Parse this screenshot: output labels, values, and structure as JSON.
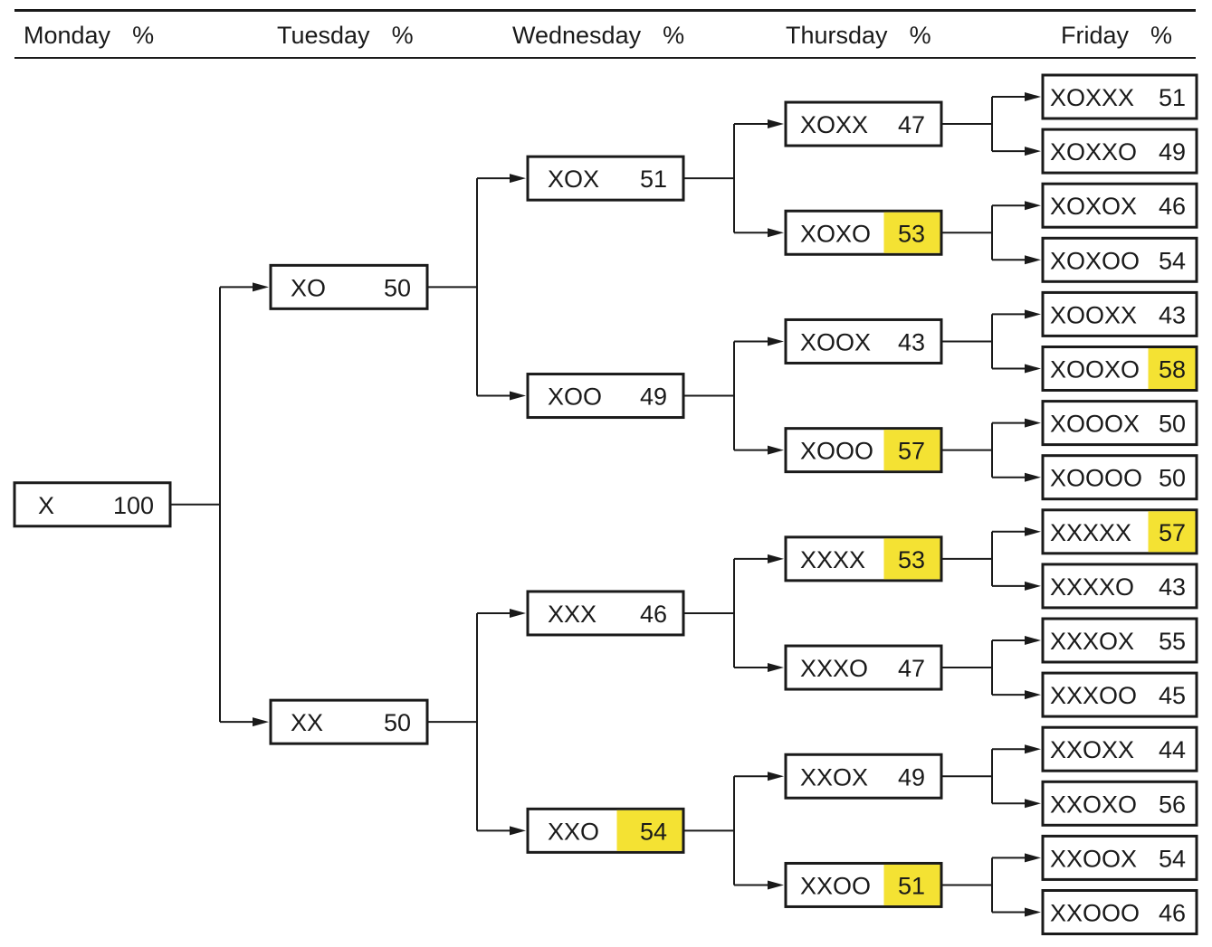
{
  "header": {
    "days": [
      {
        "day": "Monday",
        "pct": "%"
      },
      {
        "day": "Tuesday",
        "pct": "%"
      },
      {
        "day": "Wednesday",
        "pct": "%"
      },
      {
        "day": "Thursday",
        "pct": "%"
      },
      {
        "day": "Friday",
        "pct": "%"
      }
    ]
  },
  "colors": {
    "highlight": "#f4e233",
    "line": "#1a1a1a"
  },
  "levels": [
    [
      {
        "seq": "X",
        "pct": "100",
        "hl": false
      }
    ],
    [
      {
        "seq": "XO",
        "pct": "50",
        "hl": false
      },
      {
        "seq": "XX",
        "pct": "50",
        "hl": false
      }
    ],
    [
      {
        "seq": "XOX",
        "pct": "51",
        "hl": false
      },
      {
        "seq": "XOO",
        "pct": "49",
        "hl": false
      },
      {
        "seq": "XXX",
        "pct": "46",
        "hl": false
      },
      {
        "seq": "XXO",
        "pct": "54",
        "hl": true
      }
    ],
    [
      {
        "seq": "XOXX",
        "pct": "47",
        "hl": false
      },
      {
        "seq": "XOXO",
        "pct": "53",
        "hl": true
      },
      {
        "seq": "XOOX",
        "pct": "43",
        "hl": false
      },
      {
        "seq": "XOOO",
        "pct": "57",
        "hl": true
      },
      {
        "seq": "XXXX",
        "pct": "53",
        "hl": true
      },
      {
        "seq": "XXXO",
        "pct": "47",
        "hl": false
      },
      {
        "seq": "XXOX",
        "pct": "49",
        "hl": false
      },
      {
        "seq": "XXOO",
        "pct": "51",
        "hl": true
      }
    ],
    [
      {
        "seq": "XOXXX",
        "pct": "51",
        "hl": false
      },
      {
        "seq": "XOXXO",
        "pct": "49",
        "hl": false
      },
      {
        "seq": "XOXOX",
        "pct": "46",
        "hl": false
      },
      {
        "seq": "XOXOO",
        "pct": "54",
        "hl": false
      },
      {
        "seq": "XOOXX",
        "pct": "43",
        "hl": false
      },
      {
        "seq": "XOOXO",
        "pct": "58",
        "hl": true
      },
      {
        "seq": "XOOOX",
        "pct": "50",
        "hl": false
      },
      {
        "seq": "XOOOO",
        "pct": "50",
        "hl": false
      },
      {
        "seq": "XXXXX",
        "pct": "57",
        "hl": true
      },
      {
        "seq": "XXXXO",
        "pct": "43",
        "hl": false
      },
      {
        "seq": "XXXOX",
        "pct": "55",
        "hl": false
      },
      {
        "seq": "XXXOO",
        "pct": "45",
        "hl": false
      },
      {
        "seq": "XXOXX",
        "pct": "44",
        "hl": false
      },
      {
        "seq": "XXOXO",
        "pct": "56",
        "hl": false
      },
      {
        "seq": "XXOOX",
        "pct": "54",
        "hl": false
      },
      {
        "seq": "XXOOO",
        "pct": "46",
        "hl": false
      }
    ]
  ]
}
